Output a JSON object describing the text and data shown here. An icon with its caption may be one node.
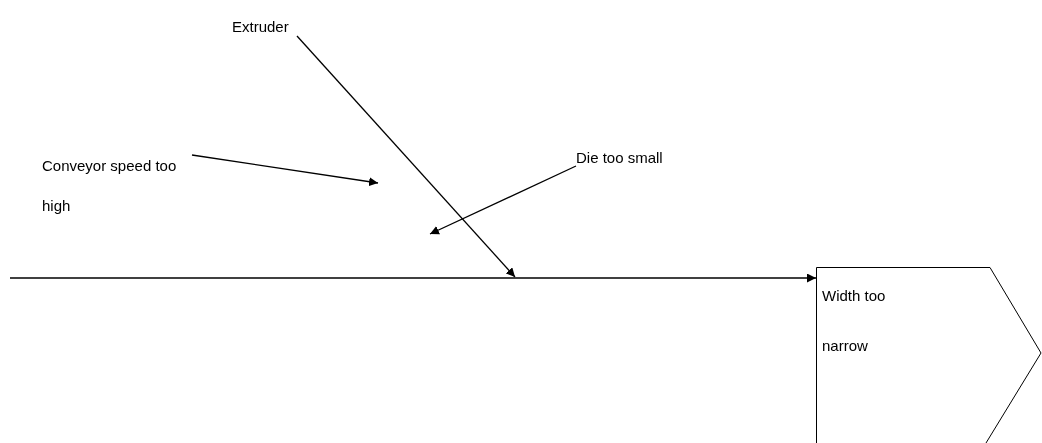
{
  "diagram": {
    "nodes": [
      {
        "text": [
          "Extruder"
        ]
      },
      {
        "text": [
          "Conveyor speed too high"
        ]
      },
      {
        "text": [
          "Die too small"
        ]
      },
      {
        "text": [
          "Width too narrow"
        ]
      }
    ],
    "edges": [
      {
        "from": 0,
        "to": null,
        "arrow": "to"
      },
      {
        "from": 1,
        "to": null,
        "arrow": "to"
      },
      {
        "from": 2,
        "to": null,
        "arrow": "to"
      },
      {
        "from": null,
        "to": 3,
        "arrow": "to"
      }
    ]
  }
}
